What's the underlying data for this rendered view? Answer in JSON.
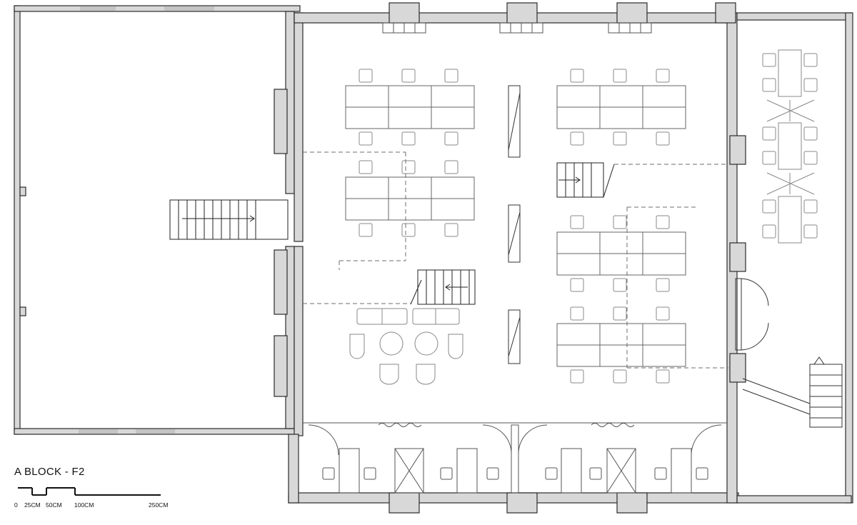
{
  "title": "A BLOCK - F2",
  "scale_bar": {
    "labels": [
      "0",
      "25CM",
      "50CM",
      "100CM",
      "250CM"
    ]
  },
  "colors": {
    "wall_fill": "#d8d8d8",
    "wall_stroke": "#2b2b2b",
    "furniture": "#7a7a7a",
    "window": "#c4c4c4",
    "dashed": "#6e6e6e"
  }
}
